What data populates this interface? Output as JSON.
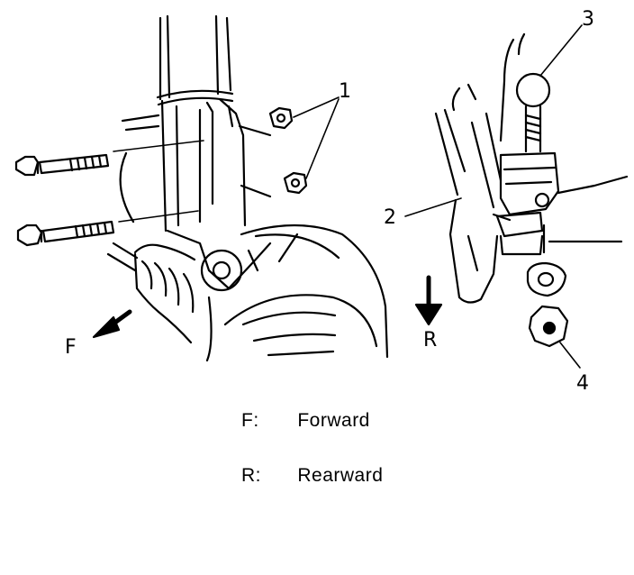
{
  "callouts": {
    "c1": "1",
    "c2": "2",
    "c3": "3",
    "c4": "4",
    "direction_forward": "F",
    "direction_rearward": "R"
  },
  "legend": [
    {
      "key": "F:",
      "text": "Forward"
    },
    {
      "key": "R:",
      "text": "Rearward"
    }
  ]
}
